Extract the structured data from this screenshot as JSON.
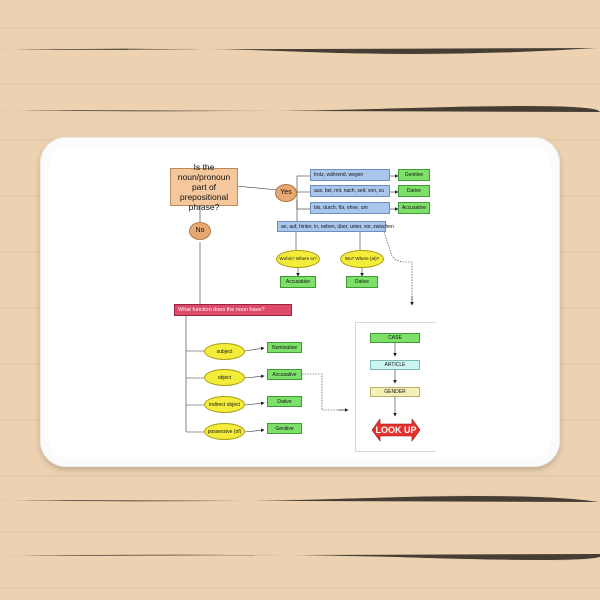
{
  "question": "Is the noun/pronoun part of prepositional phrase?",
  "yes_label": "Yes",
  "no_label": "No",
  "preposition_rows": [
    {
      "prepositions": "trotz, während, wegen",
      "case": "Genitive"
    },
    {
      "prepositions": "aus, bei, mit, nach, seit, von, zu",
      "case": "Dative"
    },
    {
      "prepositions": "bis, durch, für, ohne, um",
      "case": "Accusative"
    }
  ],
  "two_way": {
    "prepositions": "an, auf, hinter, in, neben, über, unter, vor, zwischen",
    "wohin": {
      "question": "Wohin? Where to?",
      "case": "Accusative"
    },
    "wo": {
      "question": "Wo? Where (at)?",
      "case": "Dative"
    }
  },
  "function_question": "What function does the noun have?",
  "functions": [
    {
      "function": "subject",
      "case": "Nominative"
    },
    {
      "function": "object",
      "case": "Accusative"
    },
    {
      "function": "indirect object",
      "case": "Dative"
    },
    {
      "function": "possessive (of)",
      "case": "Genitive"
    }
  ],
  "lookup_steps": [
    "CASE",
    "ARTICLE",
    "GENDER"
  ],
  "lookup_label": "LOOK UP",
  "colors": {
    "question_box": "#f4c89c",
    "yes_no_circle": "#e7a871",
    "preposition_box": "#a9c6ec",
    "case_box": "#7ee06a",
    "function_oval": "#f4ec3a",
    "function_bar": "#de4a6a",
    "lookup_arrow": "#e4332e",
    "mat": "#ffffff",
    "floor": "#edd3b1"
  }
}
